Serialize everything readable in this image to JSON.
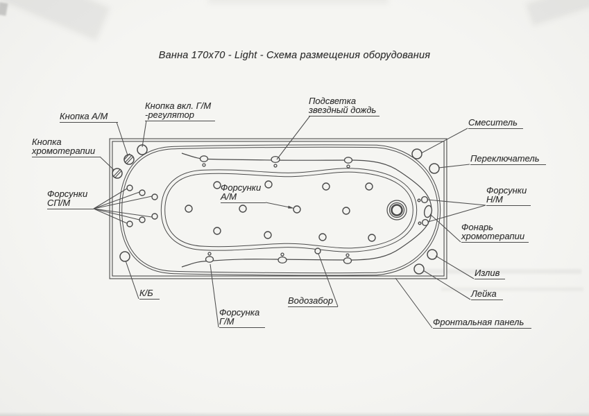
{
  "colors": {
    "paper": "#f3f3f0",
    "ink": "#4a4a4a",
    "text": "#2f2f2f"
  },
  "title": "Ванна 170х70 - Light - Схема размещения оборудования",
  "labels": {
    "knopka_am": "Кнопка А/М",
    "knopka_gm_1": "Кнопка вкл. Г/М",
    "knopka_gm_2": "-регулятор",
    "knopka_chromo_1": "Кнопка",
    "knopka_chromo_2": "хромотерапии",
    "podsvetka_1": "Подсветка",
    "podsvetka_2": "звездный дождь",
    "smesitel": "Смеситель",
    "pereklyuchatel": "Переключатель",
    "forsunki_npm_1": "Форсунки",
    "forsunki_npm_2": "Н/М",
    "fonar_1": "Фонарь",
    "fonar_2": "хромотерапии",
    "izliv": "Излив",
    "leika": "Лейка",
    "frontalnaya_panel": "Фронтальная панель",
    "kb": "К/Б",
    "vodozabor": "Водозабор",
    "forsunka_gm_1": "Форсунка",
    "forsunka_gm_2": "Г/М",
    "forsunki_am_1": "Форсунки",
    "forsunki_am_2": "А/М",
    "forsunki_spm_1": "Форсунки",
    "forsunki_spm_2": "СП/М"
  }
}
